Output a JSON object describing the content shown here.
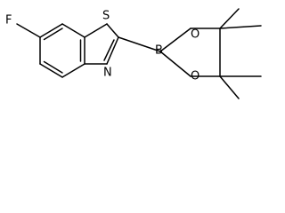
{
  "atoms": {
    "fluorine": "F",
    "sulfur": "S",
    "nitrogen": "N",
    "boron": "B",
    "oxygen_top": "O",
    "oxygen_bottom": "O"
  }
}
